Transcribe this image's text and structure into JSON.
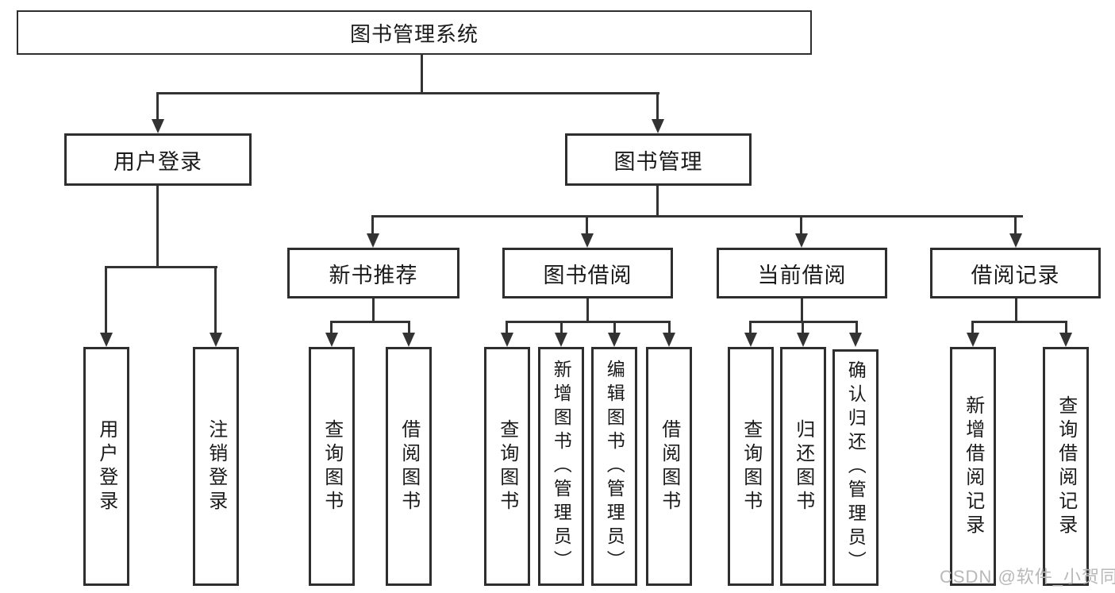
{
  "diagram_title": "图书管理系统",
  "nodes": {
    "root": {
      "label": "图书管理系统"
    },
    "user_login": {
      "label": "用户登录"
    },
    "book_management": {
      "label": "图书管理"
    },
    "new_book_recommend": {
      "label": "新书推荐"
    },
    "book_borrow": {
      "label": "图书借阅"
    },
    "current_borrow": {
      "label": "当前借阅"
    },
    "borrow_records": {
      "label": "借阅记录"
    },
    "login": {
      "label": "用户登录"
    },
    "logout": {
      "label": "注销登录"
    },
    "nbr_query_book": {
      "label": "查询图书"
    },
    "nbr_borrow_book": {
      "label": "借阅图书"
    },
    "bb_query_book": {
      "label": "查询图书"
    },
    "bb_add_book": {
      "label": "新增图书（管理员）"
    },
    "bb_edit_book": {
      "label": "编辑图书（管理员）"
    },
    "bb_borrow_book": {
      "label": "借阅图书"
    },
    "cb_query_book": {
      "label": "查询图书"
    },
    "cb_return_book": {
      "label": "归还图书"
    },
    "cb_confirm_return": {
      "label": "确认归还（管理员）"
    },
    "br_add_record": {
      "label": "新增借阅记录"
    },
    "br_query_record": {
      "label": "查询借阅记录"
    }
  },
  "hierarchy": {
    "图书管理系统": [
      "用户登录",
      "图书管理"
    ],
    "用户登录": [
      "用户登录",
      "注销登录"
    ],
    "图书管理": [
      "新书推荐",
      "图书借阅",
      "当前借阅",
      "借阅记录"
    ],
    "新书推荐": [
      "查询图书",
      "借阅图书"
    ],
    "图书借阅": [
      "查询图书",
      "新增图书（管理员）",
      "编辑图书（管理员）",
      "借阅图书"
    ],
    "当前借阅": [
      "查询图书",
      "归还图书",
      "确认归还（管理员）"
    ],
    "借阅记录": [
      "新增借阅记录",
      "查询借阅记录"
    ]
  },
  "watermark": "CSDN @软件_小贺同学",
  "colors": {
    "line": "#333333",
    "box_border": "#2e2e2e",
    "text": "#1a1a1a",
    "watermark": "#b8b8b8",
    "background": "#ffffff"
  }
}
